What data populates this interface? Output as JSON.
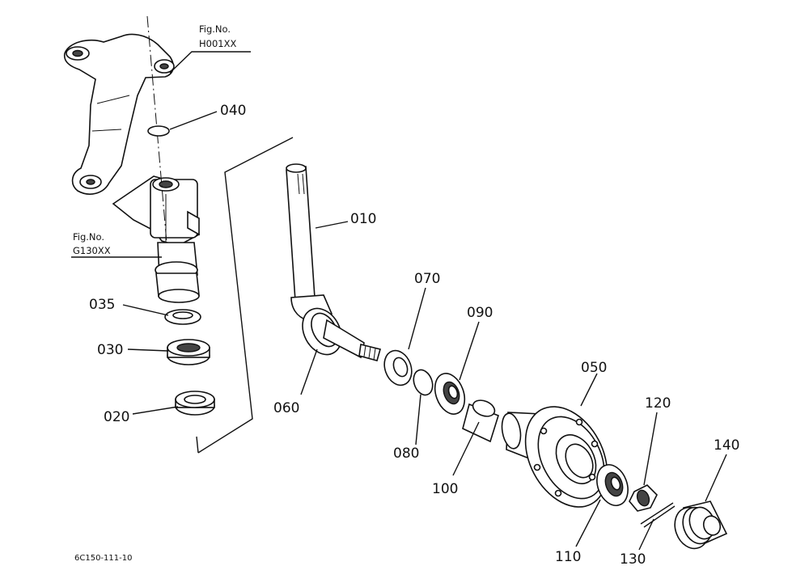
{
  "references": [
    {
      "fig_label": "Fig.No.",
      "fig_number": "H001XX"
    },
    {
      "fig_label": "Fig.No.",
      "fig_number": "G130XX"
    }
  ],
  "callouts": [
    "010",
    "020",
    "030",
    "035",
    "040",
    "050",
    "060",
    "070",
    "080",
    "090",
    "100",
    "110",
    "120",
    "130",
    "140"
  ],
  "drawing_code": "6C150-111-10"
}
